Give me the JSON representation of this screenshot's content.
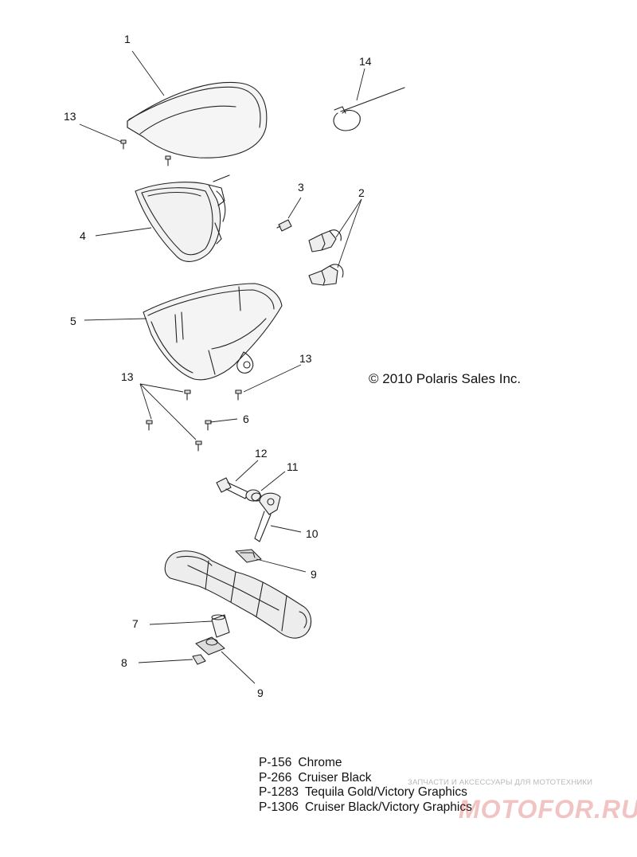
{
  "callouts": [
    "1",
    "2",
    "3",
    "4",
    "5",
    "6",
    "7",
    "8",
    "9",
    "9",
    "10",
    "11",
    "12",
    "13",
    "13",
    "13",
    "14"
  ],
  "copyright": "© 2010 Polaris Sales Inc.",
  "legend": [
    {
      "code": "P-156",
      "name": "Chrome"
    },
    {
      "code": "P-266",
      "name": "Cruiser Black"
    },
    {
      "code": "P-1283",
      "name": "Tequila Gold/Victory Graphics"
    },
    {
      "code": "P-1306",
      "name": "Cruiser Black/Victory Graphics"
    }
  ],
  "watermark": {
    "caption": "ЗАПЧАСТИ И АКСЕССУАРЫ ДЛЯ МОТОТЕХНИКИ",
    "brand": "MOTOFOR.RU"
  }
}
